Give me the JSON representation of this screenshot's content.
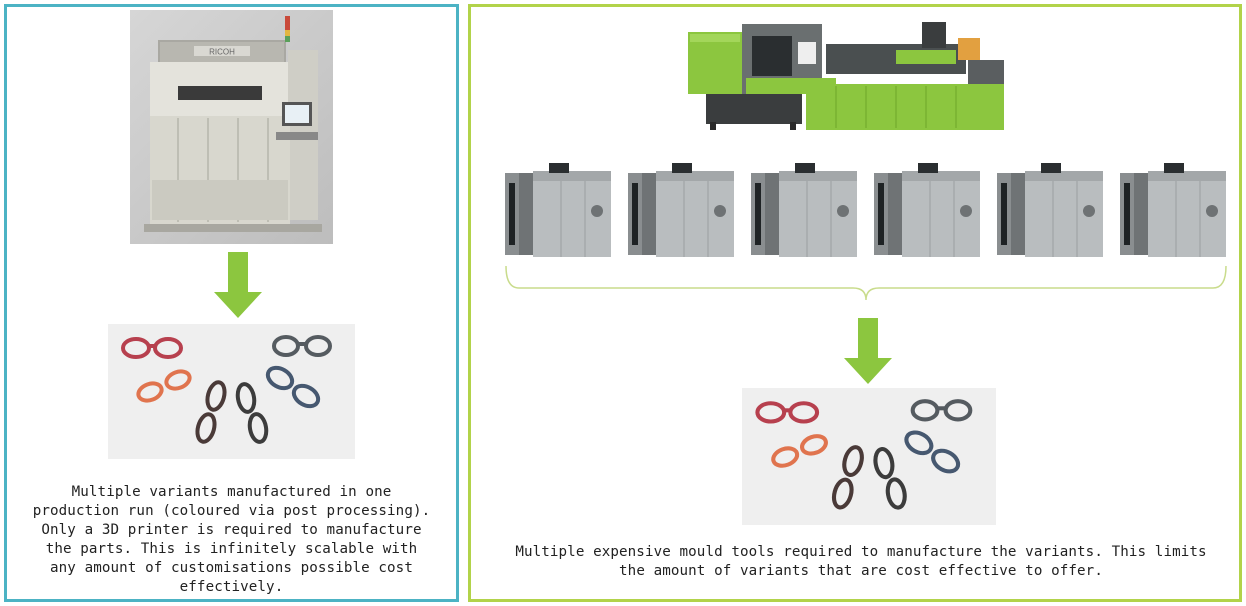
{
  "left_panel": {
    "caption": "Multiple variants manufactured in one production run (coloured via post processing). Only a 3D printer is required to manufacture the parts. This is infinitely scalable with any amount of customisations possible cost effectively.",
    "printer_brand": "RICOH"
  },
  "right_panel": {
    "caption": "Multiple expensive mould tools required to manufacture the variants. This limits the amount of variants that are cost effective to offer.",
    "mould_tool_count": 6
  },
  "colors": {
    "left_border": "#4cb3c4",
    "right_border": "#b2d34a",
    "arrow": "#8cc63f",
    "brace": "#c9dc8c"
  }
}
